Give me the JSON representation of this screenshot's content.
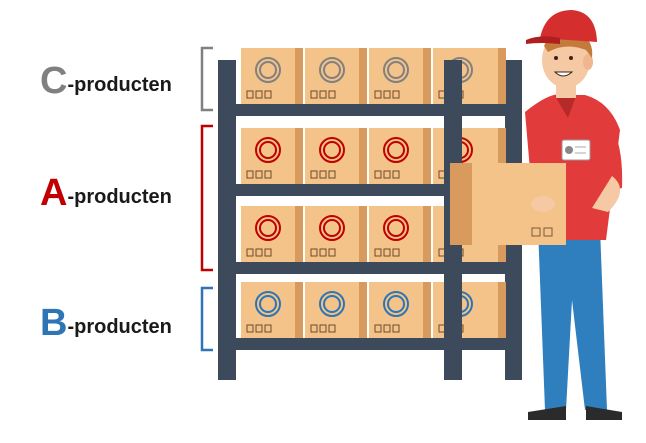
{
  "categories": [
    {
      "id": "c",
      "letter": "C",
      "suffix": "-producten",
      "color": "#808080"
    },
    {
      "id": "a",
      "letter": "A",
      "suffix": "-producten",
      "color": "#c00000"
    },
    {
      "id": "b",
      "letter": "B",
      "suffix": "-producten",
      "color": "#2e75b6"
    }
  ],
  "colors": {
    "rack": "#3d4a5b",
    "box": "#f4c38a",
    "box_side": "#d99a5e",
    "shirt": "#e23b3b",
    "cap": "#d42e2e",
    "jeans": "#2f7fbf",
    "skin": "#f5c9a4",
    "hair": "#c47a3a"
  },
  "icons": [
    "circle-mark-icon",
    "fragile-glass-icon",
    "umbrella-icon",
    "this-way-up-icon"
  ]
}
